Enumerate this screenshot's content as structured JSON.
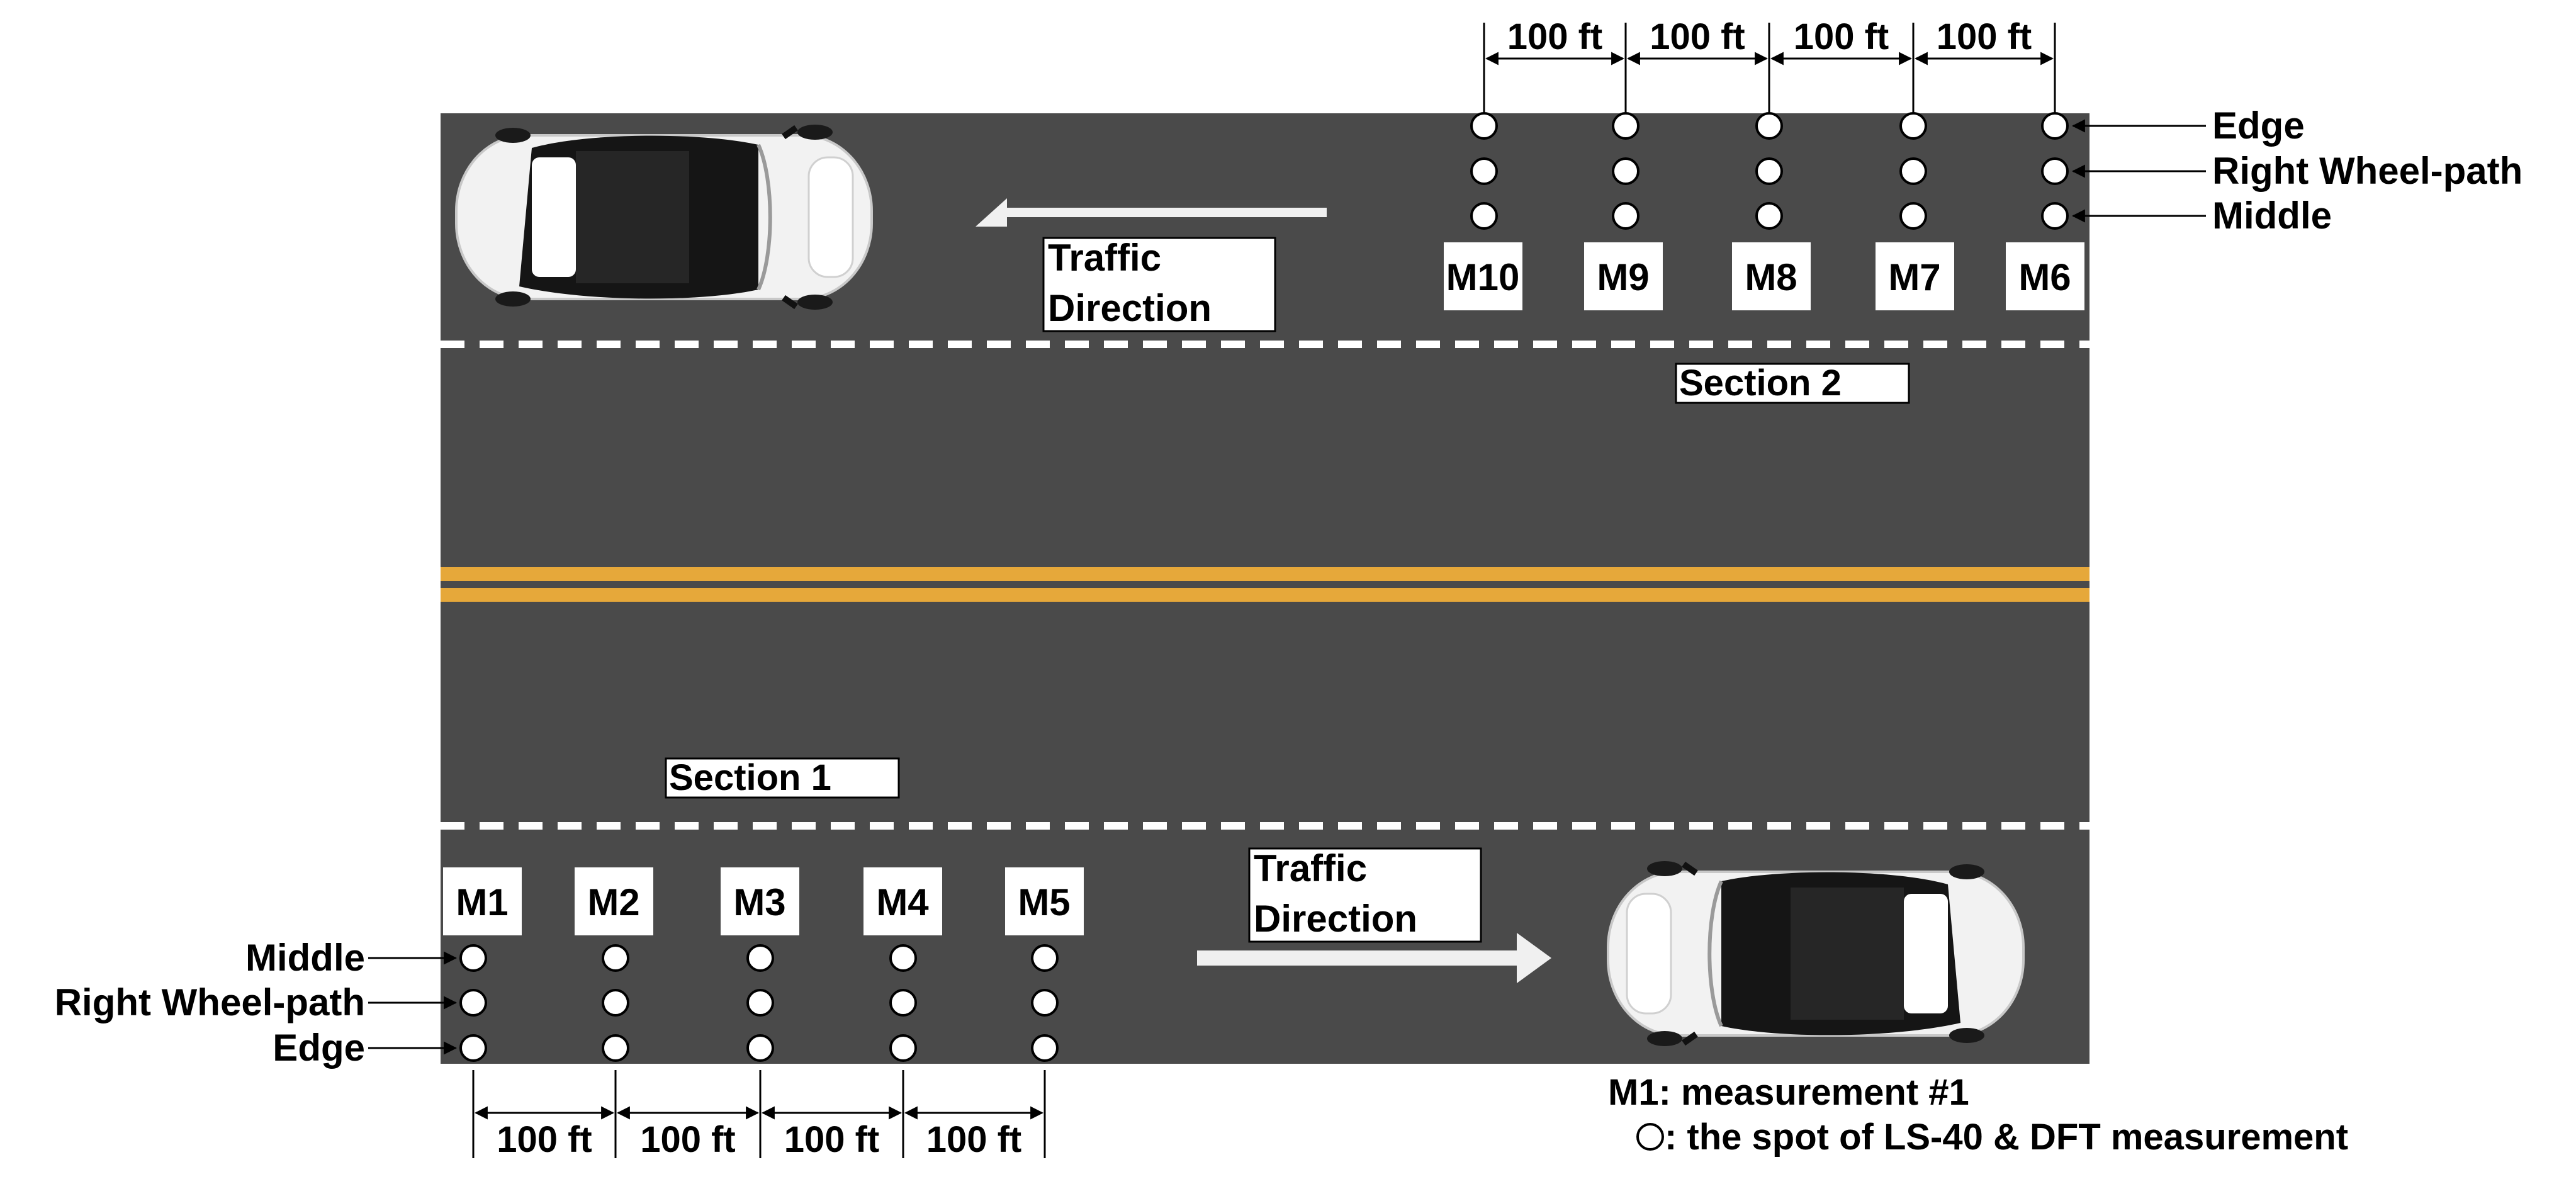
{
  "road": {
    "asphalt_color": "#4a4a4a",
    "center_line_color": "#e6a83a",
    "lane_dash_color": "#ffffff"
  },
  "upper_lane": {
    "section_label": "Section 2",
    "traffic_label": [
      "Traffic",
      "Direction"
    ],
    "markers": [
      "M10",
      "M9",
      "M8",
      "M7",
      "M6"
    ],
    "spot_labels": [
      "Edge",
      "Right Wheel-path",
      "Middle"
    ],
    "spacing_labels": [
      "100 ft",
      "100 ft",
      "100 ft",
      "100 ft"
    ]
  },
  "lower_lane": {
    "section_label": "Section 1",
    "traffic_label": [
      "Traffic",
      "Direction"
    ],
    "markers": [
      "M1",
      "M2",
      "M3",
      "M4",
      "M5"
    ],
    "spot_labels": [
      "Middle",
      "Right Wheel-path",
      "Edge"
    ],
    "spacing_labels": [
      "100 ft",
      "100 ft",
      "100 ft",
      "100 ft"
    ]
  },
  "legend": {
    "marker_note": "M1: measurement #1",
    "spot_note": ": the spot of LS-40 & DFT measurement"
  }
}
